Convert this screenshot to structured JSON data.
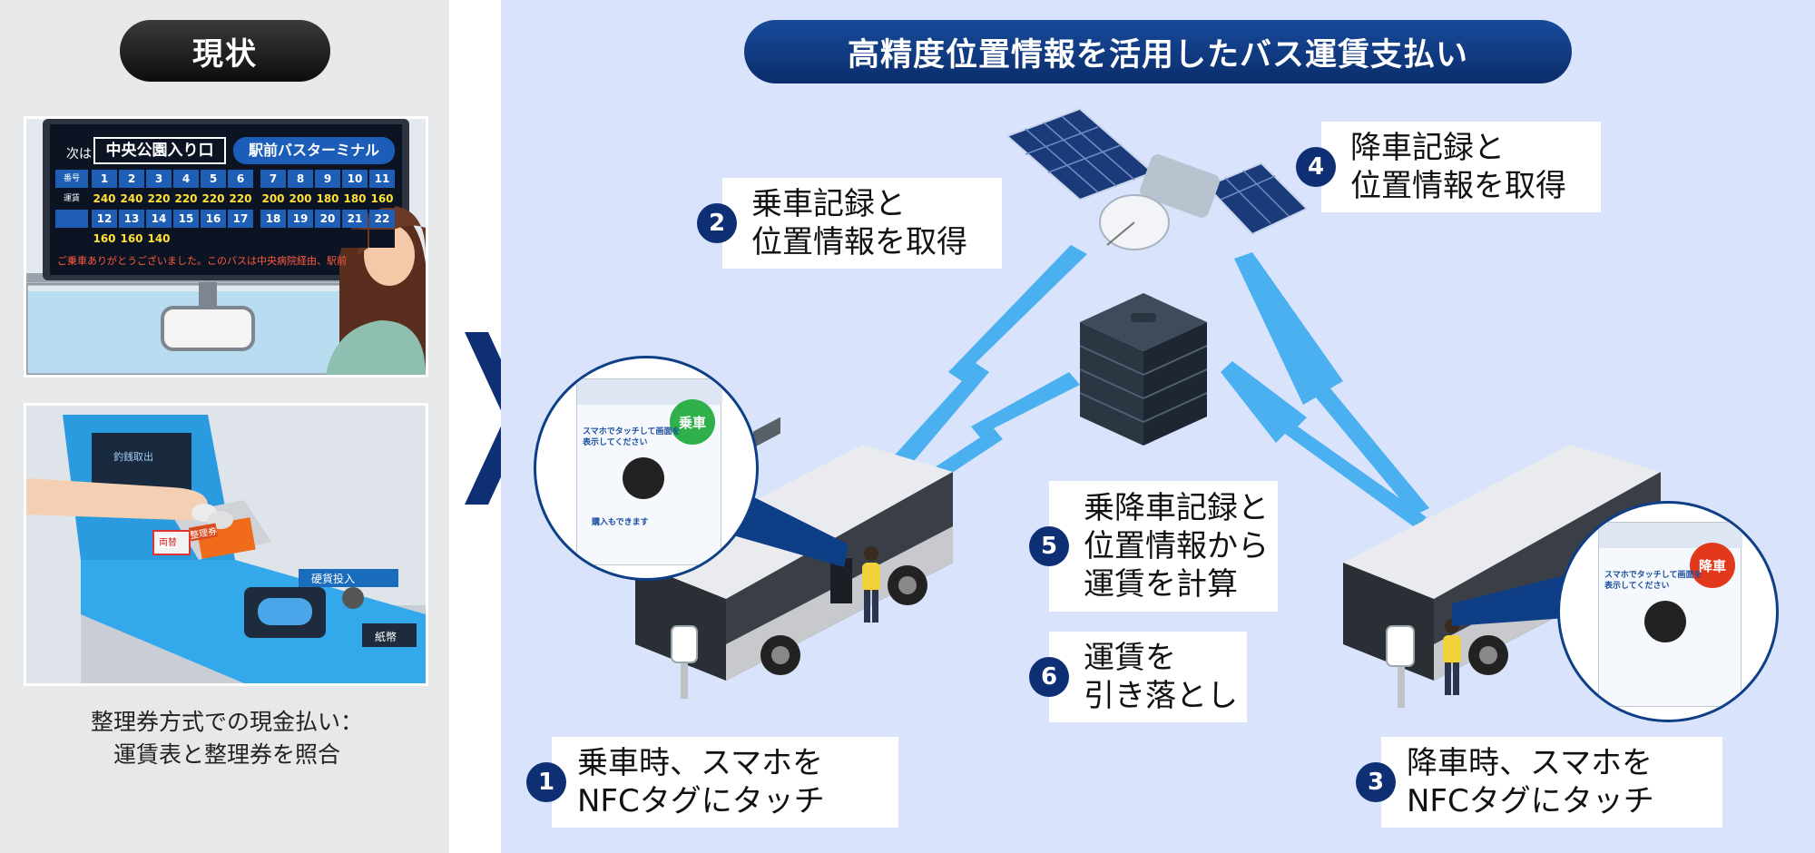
{
  "left": {
    "title": "現状",
    "caption_line1": "整理券方式での現金払い：",
    "caption_line2": "運賃表と整理券を照合",
    "board": {
      "next_label": "次は",
      "next_stop": "中央公園入り口",
      "destination": "駅前バスターミナル",
      "row_labels": [
        "番号",
        "運賃"
      ],
      "numbers_row1": [
        "1",
        "2",
        "3",
        "4",
        "5",
        "6",
        "7",
        "8",
        "9",
        "10",
        "11"
      ],
      "fares_row1": [
        "240",
        "240",
        "220",
        "220",
        "220",
        "220",
        "200",
        "200",
        "180",
        "180",
        "160"
      ],
      "numbers_row2": [
        "12",
        "13",
        "14",
        "15",
        "16",
        "17",
        "18",
        "19",
        "20",
        "21",
        "22"
      ],
      "fares_row2": [
        "160",
        "160",
        "140"
      ],
      "ticker": "ご乗車ありがとうございました。このバスは中央病院経由、駅前"
    },
    "farebox": {
      "label_exchange": "両替",
      "label_ticket": "整理券",
      "label_coin": "硬貨投入",
      "label_bill": "紙幣",
      "label_change": "釣銭取出"
    }
  },
  "right": {
    "title": "高精度位置情報を活用したバス運賃支払い",
    "steps": [
      {
        "num": "1",
        "line1": "乗車時、スマホを",
        "line2": "NFCタグにタッチ"
      },
      {
        "num": "2",
        "line1": "乗車記録と",
        "line2": "位置情報を取得"
      },
      {
        "num": "3",
        "line1": "降車時、スマホを",
        "line2": "NFCタグにタッチ"
      },
      {
        "num": "4",
        "line1": "降車記録と",
        "line2": "位置情報を取得"
      },
      {
        "num": "5",
        "line1": "乗降車記録と",
        "line2": "位置情報から",
        "line3": "運賃を計算"
      },
      {
        "num": "6",
        "line1": "運賃を",
        "line2": "引き落とし"
      }
    ],
    "board_tag": {
      "badge": "乗車",
      "text": "スマホでタッチして画面を表示してください",
      "sub": "購入もできます"
    },
    "alight_tag": {
      "badge": "降車",
      "text": "スマホでタッチして画面を表示してください"
    }
  },
  "colors": {
    "navy": "#0f2f75",
    "title_blue": "#174a9a",
    "bg_right": "#d9e3fb",
    "bg_left": "#e7e8ea",
    "beam": "#4ab0f0"
  },
  "icons": [
    "satellite-icon",
    "server-icon",
    "bus-icon",
    "nfc-icon",
    "chevron-right-icon"
  ]
}
